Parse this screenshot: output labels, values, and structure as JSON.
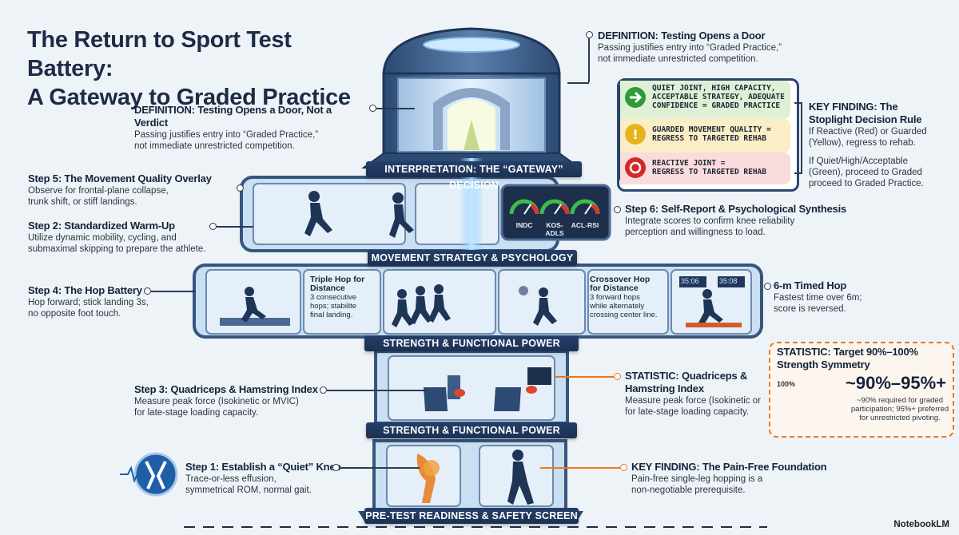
{
  "title": {
    "line1": "The Return to Sport Test Battery:",
    "line2": "A Gateway to Graded Practice"
  },
  "bands": {
    "gateway": "INTERPRETATION: THE “GATEWAY” DECISION",
    "movement": "MOVEMENT STRATEGY & PSYCHOLOGY",
    "strength1": "STRENGTH & FUNCTIONAL POWER",
    "strength2": "STRENGTH & FUNCTIONAL POWER",
    "pretest": "PRE-TEST READINESS & SAFETY SCREEN"
  },
  "annotations": {
    "def_top": {
      "head": "DEFINITION: Testing Opens a Door",
      "l1": "Passing justifies entry into “Graded Practice,”",
      "l2": "not immediate unrestricted competition."
    },
    "def_left": {
      "head": "DEFINITION: Testing Opens a Door, Not a Verdict",
      "l1": "Passing justifies entry into “Graded Practice,”",
      "l2": "not immediate unrestricted competition."
    },
    "step5": {
      "head": "Step 5: The Movement Quality Overlay",
      "l1": "Observe for frontal-plane collapse,",
      "l2": "trunk shift, or stiff landings."
    },
    "step2": {
      "head": "Step 2: Standardized Warm-Up",
      "l1": "Utilize dynamic mobility, cycling, and",
      "l2": "submaximal skipping to prepare the athlete."
    },
    "step4": {
      "head": "Step 4: The Hop Battery",
      "l1": "Hop forward; stick landing 3s,",
      "l2": "no opposite foot touch."
    },
    "step3": {
      "head": "Step 3: Quadriceps & Hamstring Index",
      "l1": "Measure peak force (Isokinetic or MVIC)",
      "l2": "for late-stage loading capacity."
    },
    "step1": {
      "head": "Step 1: Establish a “Quiet” Knee",
      "l1": "Trace-or-less effusion,",
      "l2": "symmetrical ROM, normal gait."
    },
    "step6": {
      "head": "Step 6: Self-Report & Psychological Synthesis",
      "l1": "Integrate scores to confirm knee reliability",
      "l2": "perception and willingness to load."
    },
    "timed_hop": {
      "head": "6-m Timed Hop",
      "l1": "Fastest time over 6m;",
      "l2": "score is reversed."
    },
    "stat_qh": {
      "head1": "STATISTIC: Quadriceps &",
      "head2": "Hamstring Index",
      "l1": "Measure peak force (Isokinetic or",
      "l2": "for late-stage loading capacity."
    },
    "pain_free": {
      "head": "KEY FINDING: The Pain-Free Foundation",
      "l1": "Pain-free single-leg hopping is a",
      "l2": "non-negotiable prerequisite."
    },
    "stoplight": {
      "head1": "KEY FINDING: The",
      "head2": "Stoplight Decision Rule",
      "p1a": "If Reactive (Red) or Guarded",
      "p1b": "(Yellow), regress to rehab.",
      "p2a": "If Quiet/High/Acceptable",
      "p2b": "(Green), proceed to Graded",
      "p2c": "proceed to Graded Practice."
    }
  },
  "stoplight_rows": {
    "green": {
      "l1": "QUIET JOINT, HIGH CAPACITY,",
      "l2": "ACCEPTABLE STRATEGY, ADEQUATE",
      "l3": "CONFIDENCE = GRADED PRACTICE",
      "color": "#2e9a3a"
    },
    "yellow": {
      "l1": "GUARDED MOVEMENT QUALITY =",
      "l2": "REGRESS TO TARGETED REHAB",
      "color": "#e8b21c"
    },
    "red": {
      "l1": "REACTIVE JOINT =",
      "l2": "REGRESS TO TARGETED REHAB",
      "color": "#d22a2a"
    }
  },
  "gauges": {
    "g1": "INDC",
    "g2": "KOS-ADLS",
    "g3": "ACL-RSI"
  },
  "hop_cells": {
    "triple": {
      "h1": "Triple Hop for",
      "h2": "Distance",
      "l1": "3 consecutive",
      "l2": "hops; stabilite",
      "l3": "final landing."
    },
    "crossover": {
      "h1": "Crossover Hop",
      "h2": "for Distance",
      "l1": "3 forward hops",
      "l2": "while alternately",
      "l3": "crossing center line."
    },
    "timer1": "35:06",
    "timer2": "35:08"
  },
  "stat_box": {
    "head1": "STATISTIC: Target 90%–100%",
    "head2": "Strength Symmetry",
    "badge": "100%",
    "big": "~90%–95%+",
    "l1": "~90% required for graded",
    "l2": "participation; 95%+ preferred",
    "l3": "for unrestricted pivoting."
  },
  "brand": "NotebookLM",
  "colors": {
    "navy": "#1b3154",
    "steel": "#36567e",
    "glow": "#7ec8ff",
    "orange": "#e77a1e"
  }
}
